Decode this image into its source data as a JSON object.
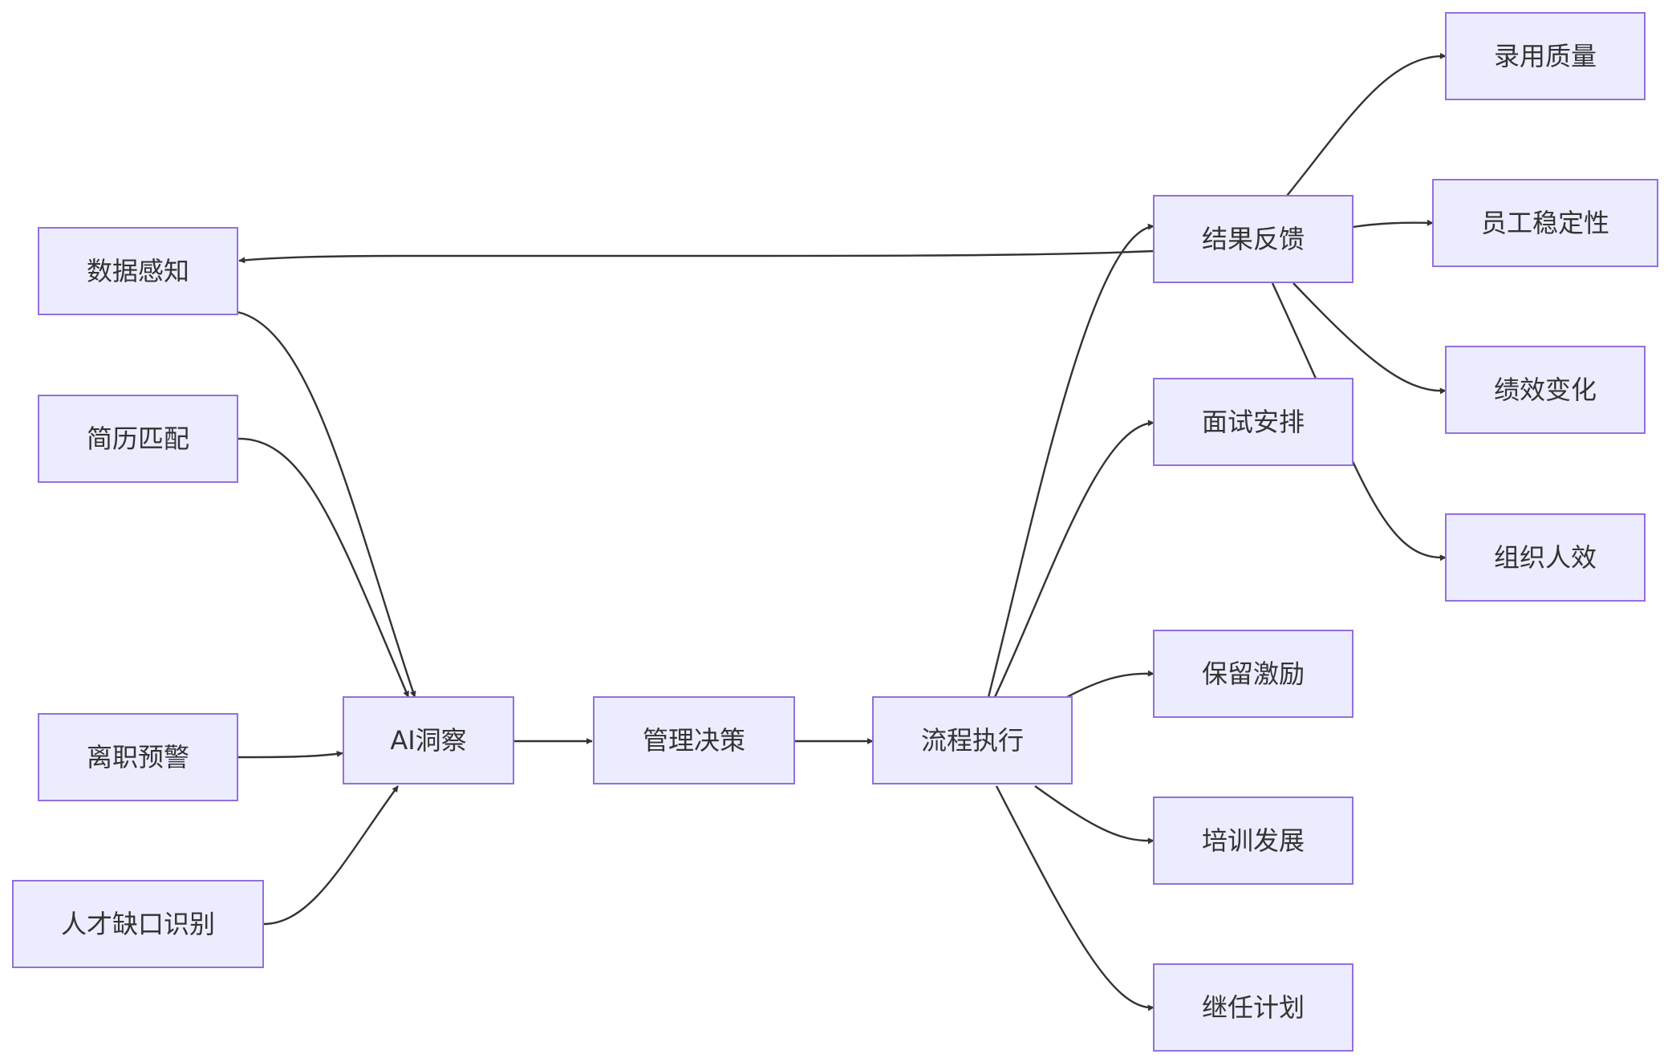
{
  "diagram": {
    "type": "flowchart",
    "colors": {
      "node_fill": "#ECECFF",
      "node_border": "#9370DB",
      "edge": "#333333",
      "text": "#333333"
    },
    "nodes": {
      "data": "数据感知",
      "resume": "简历匹配",
      "attrition": "离职预警",
      "gap": "人才缺口识别",
      "ai": "AI洞察",
      "decision": "管理决策",
      "exec": "流程执行",
      "feedback": "结果反馈",
      "interview": "面试安排",
      "retention": "保留激励",
      "training": "培训发展",
      "succession": "继任计划",
      "quality": "录用质量",
      "stability": "员工稳定性",
      "performance": "绩效变化",
      "efficiency": "组织人效"
    },
    "edges": [
      {
        "from": "data",
        "to": "ai"
      },
      {
        "from": "resume",
        "to": "ai"
      },
      {
        "from": "attrition",
        "to": "ai"
      },
      {
        "from": "gap",
        "to": "ai"
      },
      {
        "from": "ai",
        "to": "decision"
      },
      {
        "from": "decision",
        "to": "exec"
      },
      {
        "from": "exec",
        "to": "feedback"
      },
      {
        "from": "exec",
        "to": "interview"
      },
      {
        "from": "exec",
        "to": "retention"
      },
      {
        "from": "exec",
        "to": "training"
      },
      {
        "from": "exec",
        "to": "succession"
      },
      {
        "from": "feedback",
        "to": "quality"
      },
      {
        "from": "feedback",
        "to": "stability"
      },
      {
        "from": "feedback",
        "to": "performance"
      },
      {
        "from": "feedback",
        "to": "efficiency"
      },
      {
        "from": "feedback",
        "to": "data"
      }
    ]
  }
}
